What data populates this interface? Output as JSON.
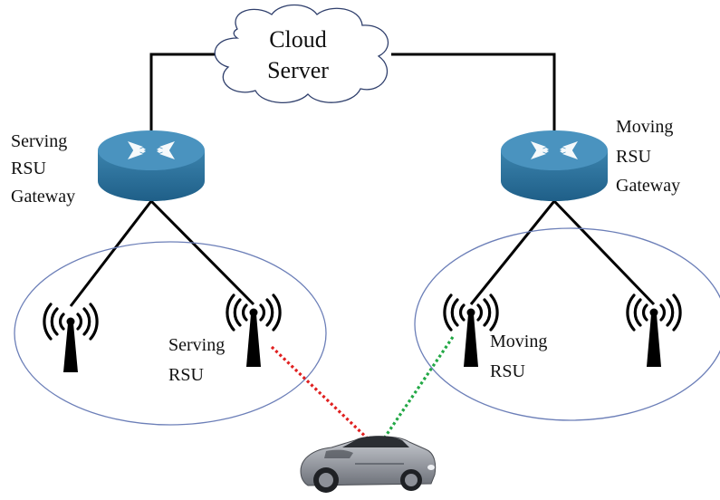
{
  "cloud": {
    "line1": "Cloud",
    "line2": "Server"
  },
  "serving_gateway": {
    "line1": "Serving",
    "line2": "RSU",
    "line3": "Gateway"
  },
  "moving_gateway": {
    "line1": "Moving",
    "line2": "RSU",
    "line3": "Gateway"
  },
  "serving_rsu": {
    "line1": "Serving",
    "line2": "RSU"
  },
  "moving_rsu": {
    "line1": "Moving",
    "line2": "RSU"
  },
  "colors": {
    "router_top": "#3f86b0",
    "router_side": "#2a6e98",
    "wire": "#000000",
    "coverage": "#6c7fb8",
    "serving_link": "#e02020",
    "moving_link": "#22a845",
    "car_body": "#9a9ea6"
  }
}
